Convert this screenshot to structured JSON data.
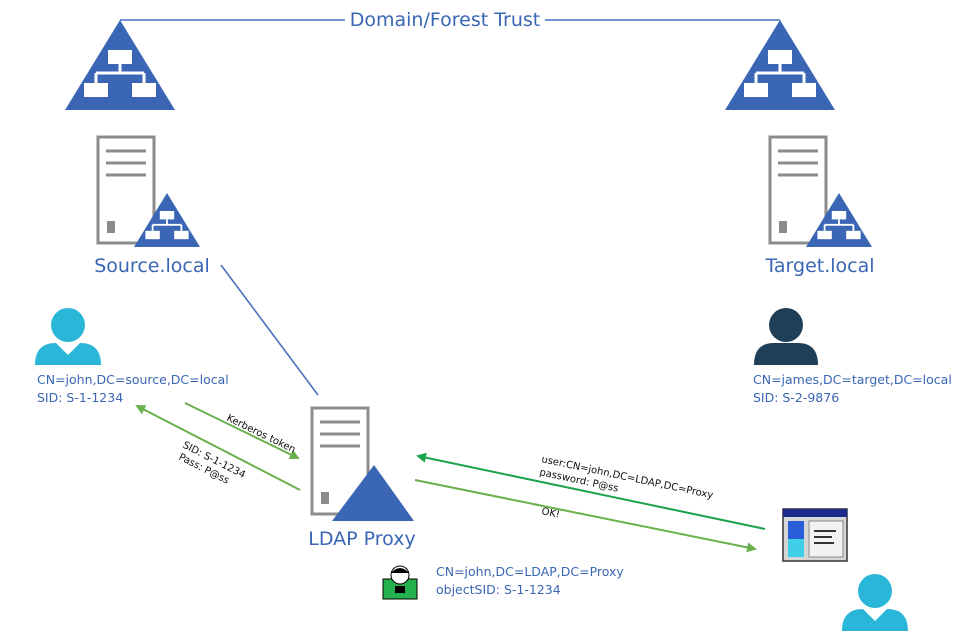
{
  "trust_label": "Domain/Forest Trust",
  "source": {
    "name": "Source.local",
    "user_cn": "CN=john,DC=source,DC=local",
    "user_sid": "SID: S-1-1234"
  },
  "target": {
    "name": "Target.local",
    "user_cn": "CN=james,DC=target,DC=local",
    "user_sid": "SID: S-2-9876"
  },
  "proxy": {
    "name": "LDAP Proxy",
    "user_cn": "CN=john,DC=LDAP,DC=Proxy",
    "user_sid": "objectSID: S-1-1234"
  },
  "arrows": {
    "kerberos": "Kerberos token",
    "sid_line1": "SID: S-1-1234",
    "sid_line2": "Pass: P@ss",
    "bind_line1": "user:CN=john,DC=LDAP,DC=Proxy",
    "bind_line2": "password: P@ss",
    "ok": "OK!"
  },
  "colors": {
    "domain_blue": "#3a66b5",
    "trust_line": "#4a72c0",
    "arrow_green": "#6ab04c",
    "arrow_teal": "#1aa34a",
    "server_gray": "#8c8c8c",
    "user_cyan": "#29b6d8",
    "user_dark": "#1f3e57",
    "local_user_green": "#22b14c"
  },
  "icons": [
    "domain-icon",
    "server-icon",
    "user-icon",
    "ldap-client-window-icon",
    "local-user-icon"
  ]
}
